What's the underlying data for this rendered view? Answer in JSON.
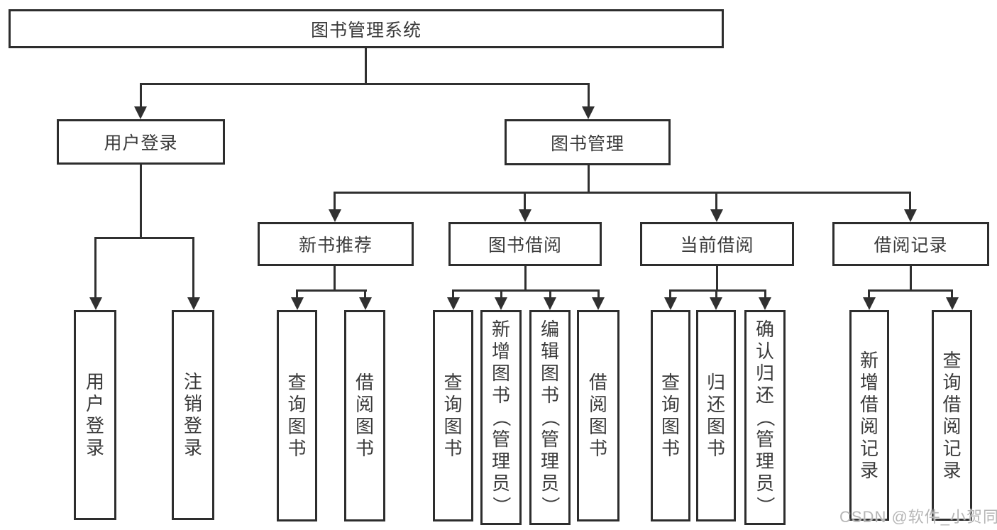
{
  "diagram": {
    "title": "图书管理系统",
    "branches": [
      {
        "label": "用户登录",
        "children": [
          "用户登录",
          "注销登录"
        ]
      },
      {
        "label": "图书管理",
        "children": [
          {
            "label": "新书推荐",
            "children": [
              "查询图书",
              "借阅图书"
            ]
          },
          {
            "label": "图书借阅",
            "children": [
              "查询图书",
              "新增图书（管理员）",
              "编辑图书（管理员）",
              "借阅图书"
            ]
          },
          {
            "label": "当前借阅",
            "children": [
              "查询图书",
              "归还图书",
              "确认归还（管理员）"
            ]
          },
          {
            "label": "借阅记录",
            "children": [
              "新增借阅记录",
              "查询借阅记录"
            ]
          }
        ]
      }
    ]
  },
  "watermark": "CSDN @软件_小贺同学",
  "colors": {
    "line": "#303030",
    "text": "#3a3a3a",
    "watermark": "#b6b6b6",
    "background": "#ffffff"
  }
}
